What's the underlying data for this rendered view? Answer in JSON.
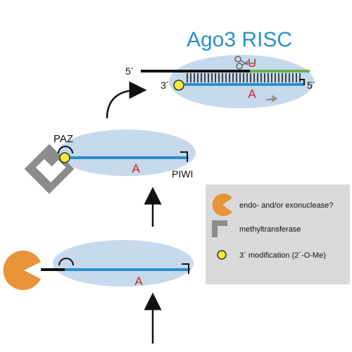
{
  "title": "Ago3 RISC",
  "labels": {
    "five_prime": "5´",
    "three_prime": "3´",
    "paz": "PAZ",
    "piwi": "PIWI",
    "base_a": "A",
    "base_u": "U"
  },
  "legend": {
    "items": [
      {
        "icon": "pacman-nuclease-icon",
        "label": "endo- and/or exonuclease?"
      },
      {
        "icon": "methyltransferase-icon",
        "label": "methyltransferase"
      },
      {
        "icon": "yellow-dot-icon",
        "label": "3´ modification (2´-O-Me)"
      }
    ]
  },
  "colors": {
    "ellipse": "#c7d9ec",
    "rna_strand": "#2a8fd0",
    "target_strand": "#111111",
    "target_tail": "#6ab04c",
    "title": "#2a8fd0",
    "base": "#cc2222",
    "nuclease": "#e8943a",
    "methyltransferase": "#8c8c8c",
    "modification": "#f3ea3a",
    "legend_bg": "#dadada"
  }
}
